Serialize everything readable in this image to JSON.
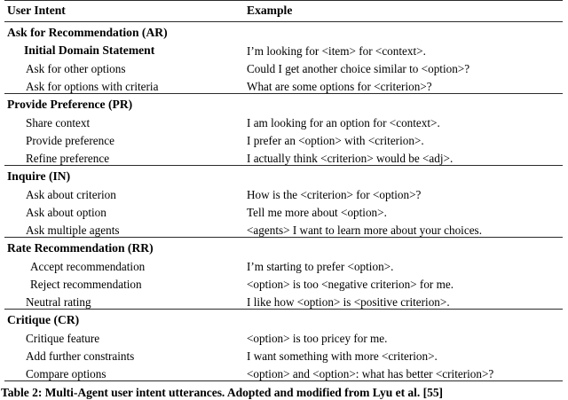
{
  "table": {
    "headers": {
      "intent": "User Intent",
      "example": "Example"
    },
    "sections": [
      {
        "title": "Ask for Recommendation (AR)",
        "rows": [
          {
            "intent": "Initial Domain Statement",
            "example": "I’m looking for <item> for <context>.",
            "bold": true
          },
          {
            "intent": "Ask for other options",
            "example": "Could I get another choice similar to <option>?",
            "bold": false
          },
          {
            "intent": "Ask for options with criteria",
            "example": "What are some options for <criterion>?",
            "bold": false
          }
        ]
      },
      {
        "title": "Provide Preference (PR)",
        "rows": [
          {
            "intent": "Share context",
            "example": "I am looking for an option for <context>.",
            "bold": false
          },
          {
            "intent": "Provide preference",
            "example": "I prefer an <option> with <criterion>.",
            "bold": false
          },
          {
            "intent": "Refine preference",
            "example": "I actually think <criterion> would be <adj>.",
            "bold": false
          }
        ]
      },
      {
        "title": "Inquire (IN)",
        "rows": [
          {
            "intent": "Ask about criterion",
            "example": "How is the <criterion> for <option>?",
            "bold": false
          },
          {
            "intent": "Ask about option",
            "example": "Tell me more about <option>.",
            "bold": false
          },
          {
            "intent": "Ask multiple agents",
            "example": "<agents> I want to learn more about your choices.",
            "bold": false
          }
        ]
      },
      {
        "title": "Rate Recommendation (RR)",
        "rows": [
          {
            "intent": "Accept recommendation",
            "example": "I’m starting to prefer <option>.",
            "bold": false,
            "wide": true
          },
          {
            "intent": "Reject recommendation",
            "example": "<option> is too <negative criterion> for me.",
            "bold": false,
            "wide": true
          },
          {
            "intent": "Neutral rating",
            "example": "I like how <option> is <positive criterion>.",
            "bold": false
          }
        ]
      },
      {
        "title": "Critique (CR)",
        "rows": [
          {
            "intent": "Critique feature",
            "example": "<option> is too pricey for me.",
            "bold": false
          },
          {
            "intent": "Add further constraints",
            "example": "I want something with more <criterion>.",
            "bold": false
          },
          {
            "intent": "Compare options",
            "example": "<option> and <option>: what has better <criterion>?",
            "bold": false
          }
        ]
      }
    ],
    "caption": "Table 2: Multi-Agent user intent utterances. Adopted and modified from Lyu et al. [55]"
  }
}
